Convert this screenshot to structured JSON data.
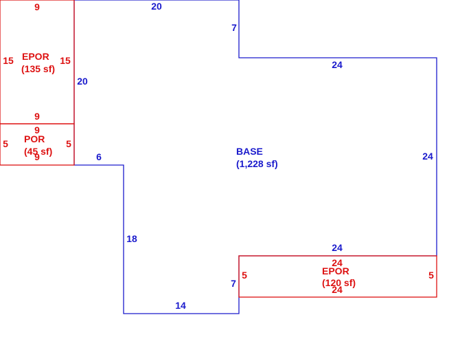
{
  "colors": {
    "base": "#1a1acc",
    "addon": "#dd1111",
    "background": "#ffffff"
  },
  "base": {
    "name": "BASE",
    "area": "(1,228 sf)",
    "dims": {
      "top_left": "20",
      "notch_right": "7",
      "top_right": "24",
      "right": "24",
      "bottom_right": "24",
      "lower_step": "7",
      "bottom": "14",
      "lower_left": "18",
      "step": "6",
      "upper_left": "20"
    }
  },
  "epor_left": {
    "name": "EPOR",
    "area": "(135 sf)",
    "dims": {
      "top": "9",
      "left": "15",
      "right": "15",
      "bottom": "9"
    }
  },
  "por_left": {
    "name": "POR",
    "area": "(45 sf)",
    "dims": {
      "top": "9",
      "left": "5",
      "right": "5",
      "bottom": "9"
    }
  },
  "epor_bottom": {
    "name": "EPOR",
    "area": "(120 sf)",
    "dims": {
      "top": "24",
      "left": "5",
      "right": "5",
      "bottom": "24"
    }
  }
}
